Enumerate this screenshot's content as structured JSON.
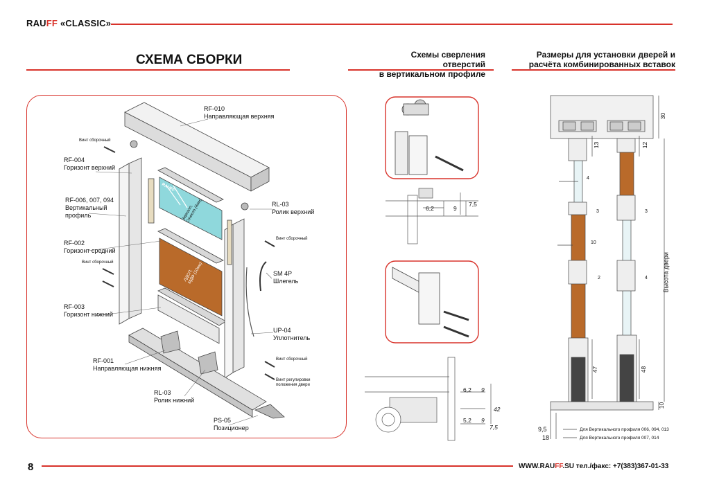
{
  "header": {
    "brand_prefix": "RAU",
    "brand_ff": "FF",
    "brand_suffix": " «CLASSIC»",
    "main_title": "СХЕМА СБОРКИ",
    "col2_title_1": "Схемы сверления отверстий",
    "col2_title_2": "в вертикальном профиле",
    "col3_title_1": "Размеры для установки дверей и",
    "col3_title_2": "расчёта комбинированных вставок"
  },
  "assembly": {
    "rf010_code": "RF-010",
    "rf010_name": "Направляющая верхняя",
    "vint1": "Винт сборочный",
    "rf004_code": "RF-004",
    "rf004_name": "Горизонт верхний",
    "rf006_code": "RF-006, 007, 094",
    "rf006_name_1": "Вертикальный",
    "rf006_name_2": "профиль",
    "rf002_code": "RF-002",
    "rf002_name": "Горизонт средний",
    "vint2": "Винт сборочный",
    "rf003_code": "RF-003",
    "rf003_name": "Горизонт нижний",
    "rf001_code": "RF-001",
    "rf001_name": "Направляющая нижняя",
    "rl03b_code": "RL-03",
    "rl03b_name": "Ролик нижний",
    "ps05_code": "PS-05",
    "ps05_name": "Позиционер",
    "rl03t_code": "RL-03",
    "rl03t_name": "Ролик верхний",
    "vint3": "Винт сборочный",
    "sm4p_code": "SM 4P",
    "sm4p_name": "Шлегель",
    "up04_code": "UP-04",
    "up04_name": "Уплотнитель",
    "vint4": "Винт сборочный",
    "vint_reg_1": "Винт регулировки",
    "vint_reg_2": "положения двери",
    "panel_brand": "RAUFF",
    "glass_1": "Зеркало,",
    "glass_2": "Стекло (4мм)",
    "wood_1": "ЛДСП,",
    "wood_2": "МДФ (10мм)"
  },
  "drilling": {
    "d62_top": "6,2",
    "d9_top": "9",
    "d75_top": "7,5",
    "d62_bot": "6,2",
    "d9_bot1": "9",
    "d42": "42",
    "d52": "5,2",
    "d9_bot2": "9",
    "d75_bot": "7,5"
  },
  "dimensions": {
    "d30": "30",
    "d13": "13",
    "d12": "12",
    "d4a": "4",
    "d3a": "3",
    "d3b": "3",
    "d10": "10",
    "d2": "2",
    "d4b": "4",
    "d47": "47",
    "d48": "48",
    "d10b": "10",
    "height_label": "Высота двери",
    "d95": "9,5",
    "d18": "18",
    "note1": "Для Вертикального профиля 006, 094, 013",
    "note2": "Для Вертикального профиля 007, 014"
  },
  "footer": {
    "page_number": "8",
    "www_prefix": "WWW.RAU",
    "www_ff": "FF",
    "www_suffix": ".SU",
    "contacts": "тел./факс: +7(383)367-01-33"
  }
}
